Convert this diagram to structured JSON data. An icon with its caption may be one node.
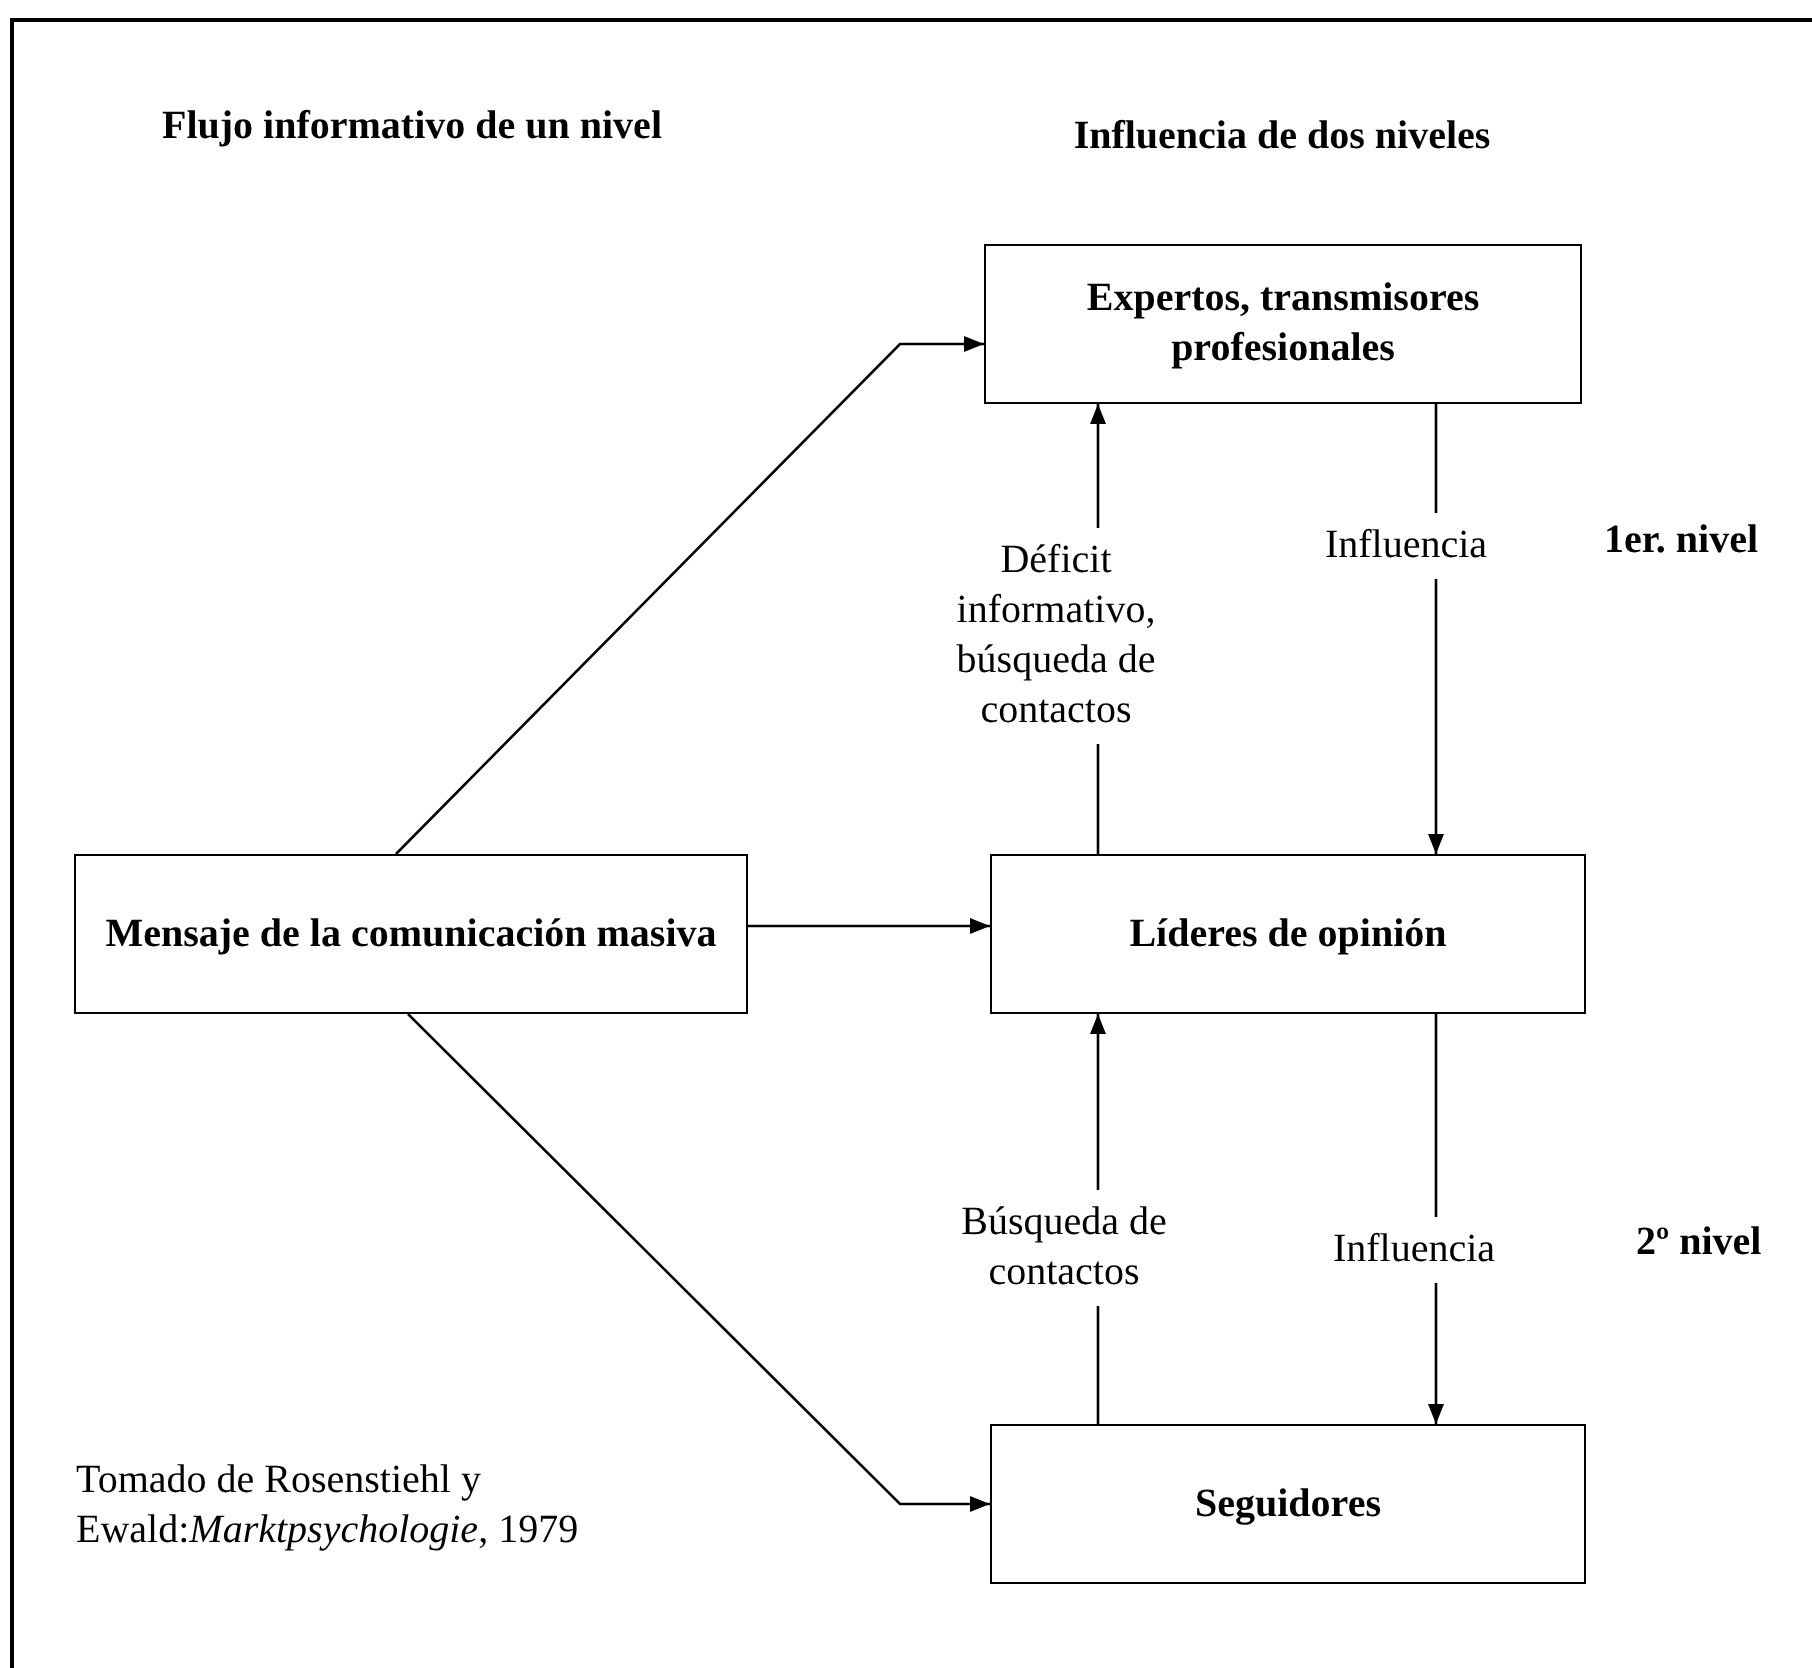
{
  "diagram": {
    "nodes": [
      {
        "text": [
          "Expertos, transmisores profesionales"
        ]
      },
      {
        "text": [
          "Mensaje de la comunicación masiva"
        ]
      },
      {
        "text": [
          "Líderes de opinión"
        ]
      },
      {
        "text": [
          "Seguidores"
        ]
      }
    ],
    "edges": [
      {
        "from": 1,
        "to": 0,
        "arrow": "to"
      },
      {
        "from": 1,
        "to": 2,
        "arrow": "to"
      },
      {
        "from": 1,
        "to": 3,
        "arrow": "to"
      },
      {
        "from": 2,
        "to": 0,
        "arrow": "to",
        "label": "Déficit informativo, búsqueda de contactos"
      },
      {
        "from": 0,
        "to": 2,
        "arrow": "to",
        "label": "Influencia"
      },
      {
        "from": 3,
        "to": 2,
        "arrow": "to",
        "label": "Búsqueda de contactos"
      },
      {
        "from": 2,
        "to": 3,
        "arrow": "to",
        "label": "Influencia"
      }
    ],
    "labels": [
      "Flujo informativo de un nivel",
      "Influencia de dos niveles",
      "1er. nivel",
      "2º nivel",
      "Tomado de Rosenstiehl y Ewald:*Marktpsychologie*, 1979"
    ]
  }
}
